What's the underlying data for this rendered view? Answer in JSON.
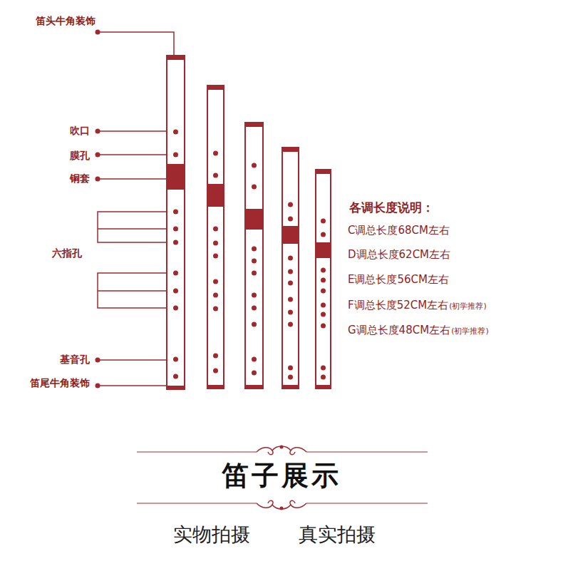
{
  "diagram": {
    "title": "笛子展示",
    "labels": [
      "笛头牛角装饰",
      "吹口",
      "膜孔",
      "铜套",
      "六指孔",
      "基音孔",
      "笛尾牛角装饰",
      "各调长度说明：",
      "C调总长度68CM左右",
      "D调总长度62CM左右",
      "E调总长度56CM左右",
      "F调总长度52CM左右",
      "(初学推荐)",
      "G调总长度48CM左右",
      "(初学推荐)",
      "实物拍摄",
      "真实拍摄"
    ]
  }
}
